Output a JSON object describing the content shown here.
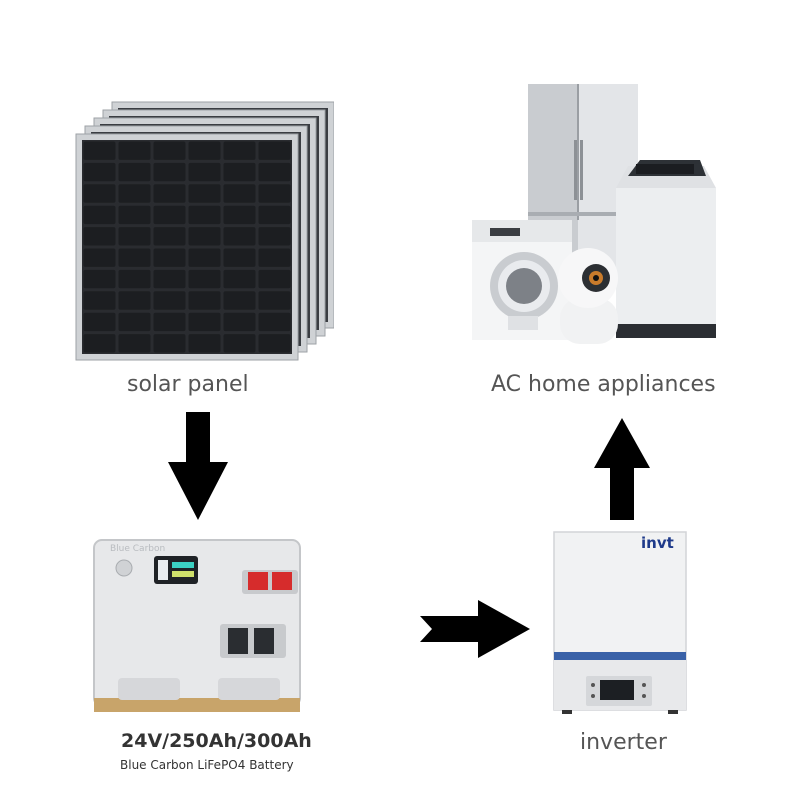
{
  "nodes": {
    "solar_panel": {
      "label": "solar panel"
    },
    "appliances": {
      "label": "AC  home appliances"
    },
    "battery": {
      "title": "24V/250Ah/300Ah",
      "subtitle": "Blue Carbon LiFePO4 Battery",
      "brand_mark": "Blue Carbon"
    },
    "inverter": {
      "label": "inverter",
      "brand": "invt"
    }
  },
  "flows": [
    {
      "from": "solar panel",
      "to": "battery",
      "direction": "down"
    },
    {
      "from": "battery",
      "to": "inverter",
      "direction": "right"
    },
    {
      "from": "inverter",
      "to": "AC  home appliances",
      "direction": "up"
    }
  ],
  "colors": {
    "arrow": "#000000",
    "caption": "#555555",
    "brand_red": "#cc1f2f",
    "brand_blue": "#1e3a8a",
    "inverter_stripe": "#3a62a8"
  }
}
